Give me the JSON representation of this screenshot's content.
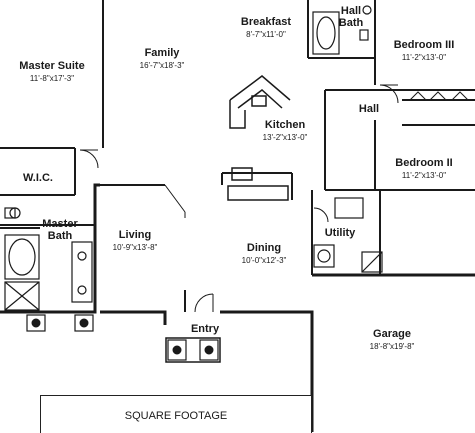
{
  "rooms": {
    "master_suite": {
      "name": "Master Suite",
      "dims": "11'-8\"x17'-3\""
    },
    "family": {
      "name": "Family",
      "dims": "16'-7\"x18'-3\""
    },
    "breakfast": {
      "name": "Breakfast",
      "dims": "8'-7\"x11'-0\""
    },
    "hall_bath": {
      "name_line1": "Hall",
      "name_line2": "Bath"
    },
    "bedroom_3": {
      "name": "Bedroom III",
      "dims": "11'-2\"x13'-0\""
    },
    "hall": {
      "name": "Hall"
    },
    "kitchen": {
      "name": "Kitchen",
      "dims": "13'-2\"x13'-0\""
    },
    "bedroom_2": {
      "name": "Bedroom II",
      "dims": "11'-2\"x13'-0\""
    },
    "wic": {
      "name": "W.I.C."
    },
    "master_bath": {
      "name_line1": "Master",
      "name_line2": "Bath"
    },
    "living": {
      "name": "Living",
      "dims": "10'-9\"x13'-8\""
    },
    "dining": {
      "name": "Dining",
      "dims": "10'-0\"x12'-3\""
    },
    "utility": {
      "name": "Utility"
    },
    "entry": {
      "name": "Entry"
    },
    "garage": {
      "name": "Garage",
      "dims": "18'-8\"x19'-8\""
    }
  },
  "square_footage": {
    "label": "SQUARE FOOTAGE"
  },
  "colors": {
    "wall": "#1a1a1a",
    "background": "#ffffff"
  }
}
